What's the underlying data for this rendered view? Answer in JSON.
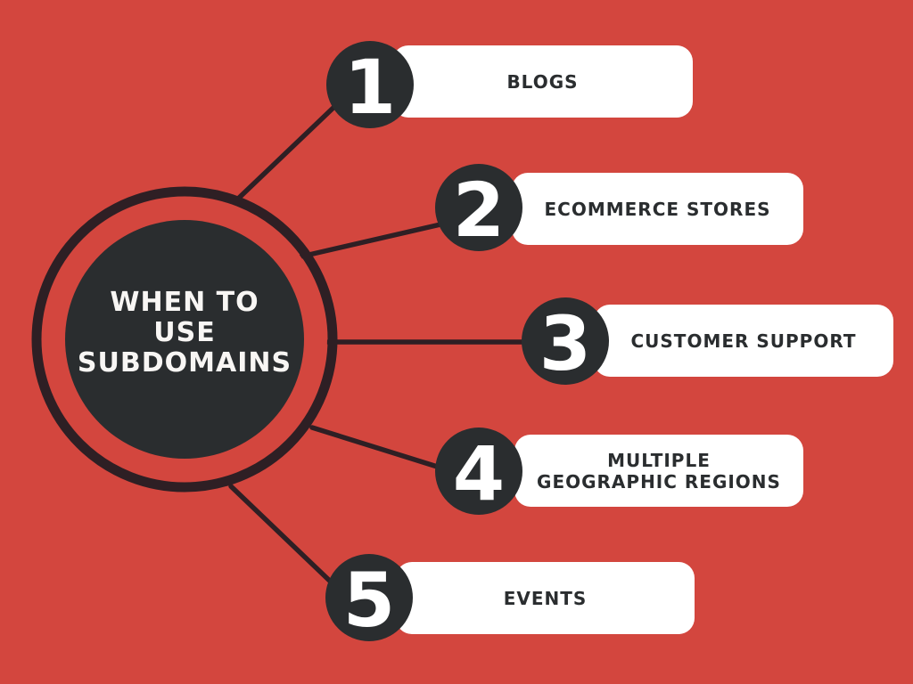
{
  "center": {
    "title": "WHEN TO\nUSE\nSUBDOMAINS"
  },
  "items": [
    {
      "number": "1",
      "label": "BLOGS"
    },
    {
      "number": "2",
      "label": "ECOMMERCE STORES"
    },
    {
      "number": "3",
      "label": "CUSTOMER SUPPORT"
    },
    {
      "number": "4",
      "label": "MULTIPLE\nGEOGRAPHIC REGIONS"
    },
    {
      "number": "5",
      "label": "EVENTS"
    }
  ],
  "colors": {
    "background": "#d3463e",
    "shape_dark": "#2a2d2f",
    "outline_dark": "#2e1f24",
    "card_background": "#ffffff",
    "text_light": "#ffffff",
    "text_dark": "#2a2d2f"
  }
}
